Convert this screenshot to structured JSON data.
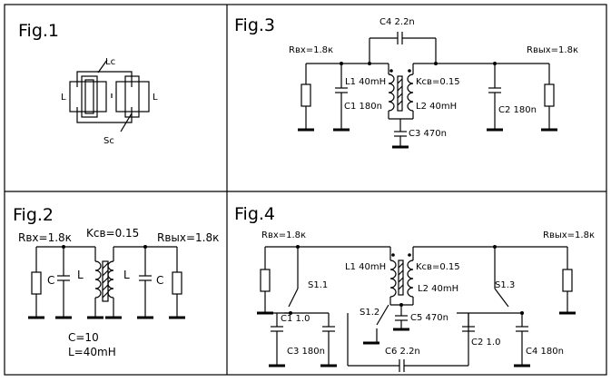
{
  "fig1": {
    "title": "Fig.1",
    "lc": "Lc",
    "sc": "Sc",
    "l_left": "L",
    "l_right": "L"
  },
  "fig2": {
    "title": "Fig.2",
    "rin": "Rвх=1.8к",
    "kcv": "Kсв=0.15",
    "rout": "Rвых=1.8к",
    "c_left": "C",
    "l_left": "L",
    "l_right": "L",
    "c_right": "C",
    "cap_value": "C=10",
    "ind_value": "L=40mH"
  },
  "fig3": {
    "title": "Fig.3",
    "c4": "C4  2.2n",
    "rin": "Rвх=1.8к",
    "rout": "Rвых=1.8к",
    "l1": "L1  40mH",
    "kcv": "Kсв=0.15",
    "c1": "C1  180n",
    "l2": "L2  40mH",
    "c2": "C2  180n",
    "c3": "C3  470n"
  },
  "fig4": {
    "title": "Fig.4",
    "rin": "Rвх=1.8к",
    "rout": "Rвых=1.8к",
    "l1": "L1  40mH",
    "kcv": "Kсв=0.15",
    "s11": "S1.1",
    "s13": "S1.3",
    "l2": "L2  40mH",
    "s12": "S1.2",
    "c5": "C5  470n",
    "c1": "C1  1.0",
    "c2": "C2  1.0",
    "c3": "C3  180n",
    "c4": "C4  180n",
    "c6": "C6  2.2n"
  }
}
